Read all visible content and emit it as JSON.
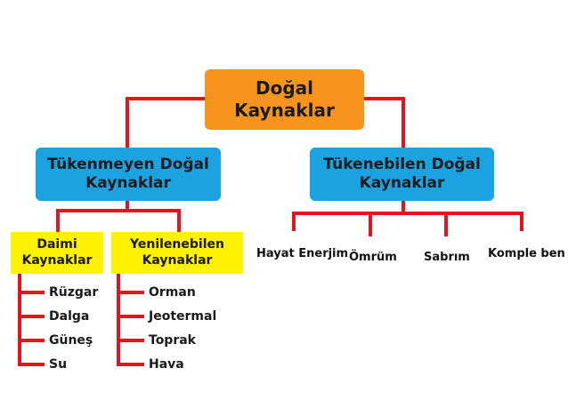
{
  "colors": {
    "line": "#e1151b",
    "root_fill": "#f7941d",
    "level1_fill": "#1aa3e0",
    "level2_fill": "#fff200",
    "text": "#1a1a1a"
  },
  "root": {
    "label": "Doğal Kaynaklar"
  },
  "left_branch": {
    "label": "Tükenmeyen Doğal Kaynaklar",
    "children": [
      {
        "label": "Daimi Kaynaklar",
        "items": [
          "Rüzgar",
          "Dalga",
          "Güneş",
          "Su"
        ]
      },
      {
        "label": "Yenilenebilen Kaynaklar",
        "items": [
          "Orman",
          "Jeotermal",
          "Toprak",
          "Hava"
        ]
      }
    ]
  },
  "right_branch": {
    "label": "Tükenebilen Doğal Kaynaklar",
    "items": [
      "Hayat Enerjim",
      "Ömrüm",
      "Sabrım",
      "Komple ben"
    ]
  }
}
